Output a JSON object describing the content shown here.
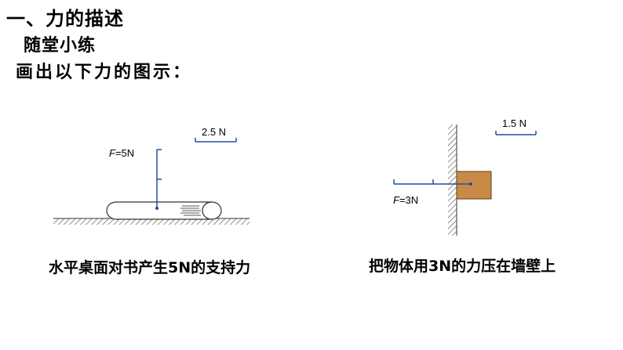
{
  "slide": {
    "title": "一、力的描述",
    "subtitle": "随堂小练",
    "instruction": "画出以下力的图示："
  },
  "diagram_left": {
    "scale_label": "2.5 N",
    "force_prefix": "F",
    "force_value": "=5N",
    "caption": "水平桌面对书产生5N的支持力"
  },
  "diagram_right": {
    "scale_label": "1.5 N",
    "force_prefix": "F",
    "force_value": "=3N",
    "caption": "把物体用3N的力压在墙壁上"
  },
  "colors": {
    "force_line": "#1f4fa3",
    "block_fill": "#c98a47",
    "block_stroke": "#5a3a1a",
    "hatch": "#555555"
  }
}
